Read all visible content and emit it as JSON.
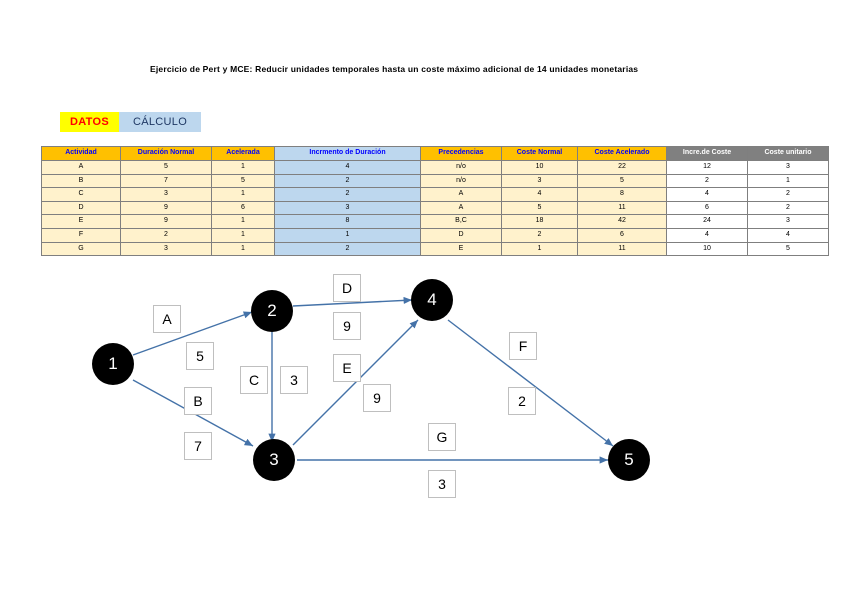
{
  "document": {
    "title": "Ejercicio de Pert y MCE: Reducir unidades temporales hasta un coste máximo adicional de 14 unidades monetarias"
  },
  "tabs": [
    {
      "label": "DATOS",
      "state": "active"
    },
    {
      "label": "CÁLCULO",
      "state": "inactive"
    }
  ],
  "table": {
    "headers": [
      "Actividad",
      "Duración Normal",
      "Acelerada",
      "Incrmento de Duración",
      "Precedencias",
      "Coste Normal",
      "Coste Acelerado",
      "Incre.de Coste",
      "Coste unitario"
    ],
    "rows": [
      [
        "A",
        "5",
        "1",
        "4",
        "n/o",
        "10",
        "22",
        "12",
        "3"
      ],
      [
        "B",
        "7",
        "5",
        "2",
        "n/o",
        "3",
        "5",
        "2",
        "1"
      ],
      [
        "C",
        "3",
        "1",
        "2",
        "A",
        "4",
        "8",
        "4",
        "2"
      ],
      [
        "D",
        "9",
        "6",
        "3",
        "A",
        "5",
        "11",
        "6",
        "2"
      ],
      [
        "E",
        "9",
        "1",
        "8",
        "B,C",
        "18",
        "42",
        "24",
        "3"
      ],
      [
        "F",
        "2",
        "1",
        "1",
        "D",
        "2",
        "6",
        "4",
        "4"
      ],
      [
        "G",
        "3",
        "1",
        "2",
        "E",
        "1",
        "11",
        "10",
        "5"
      ]
    ]
  },
  "diagram": {
    "type": "pert-network",
    "nodes": [
      {
        "id": "n1",
        "label": "1"
      },
      {
        "id": "n2",
        "label": "2"
      },
      {
        "id": "n3",
        "label": "3"
      },
      {
        "id": "n4",
        "label": "4"
      },
      {
        "id": "n5",
        "label": "5"
      }
    ],
    "edges": [
      {
        "from": "1",
        "to": "2",
        "activity": "A",
        "duration": "5"
      },
      {
        "from": "1",
        "to": "3",
        "activity": "B",
        "duration": "7"
      },
      {
        "from": "2",
        "to": "3",
        "activity": "C",
        "duration": "3"
      },
      {
        "from": "2",
        "to": "4",
        "activity": "D",
        "duration": "9"
      },
      {
        "from": "3",
        "to": "4",
        "activity": "E",
        "duration": "9"
      },
      {
        "from": "4",
        "to": "5",
        "activity": "F",
        "duration": "2"
      },
      {
        "from": "3",
        "to": "5",
        "activity": "G",
        "duration": "3"
      }
    ],
    "edge_color": "#4472a8"
  }
}
